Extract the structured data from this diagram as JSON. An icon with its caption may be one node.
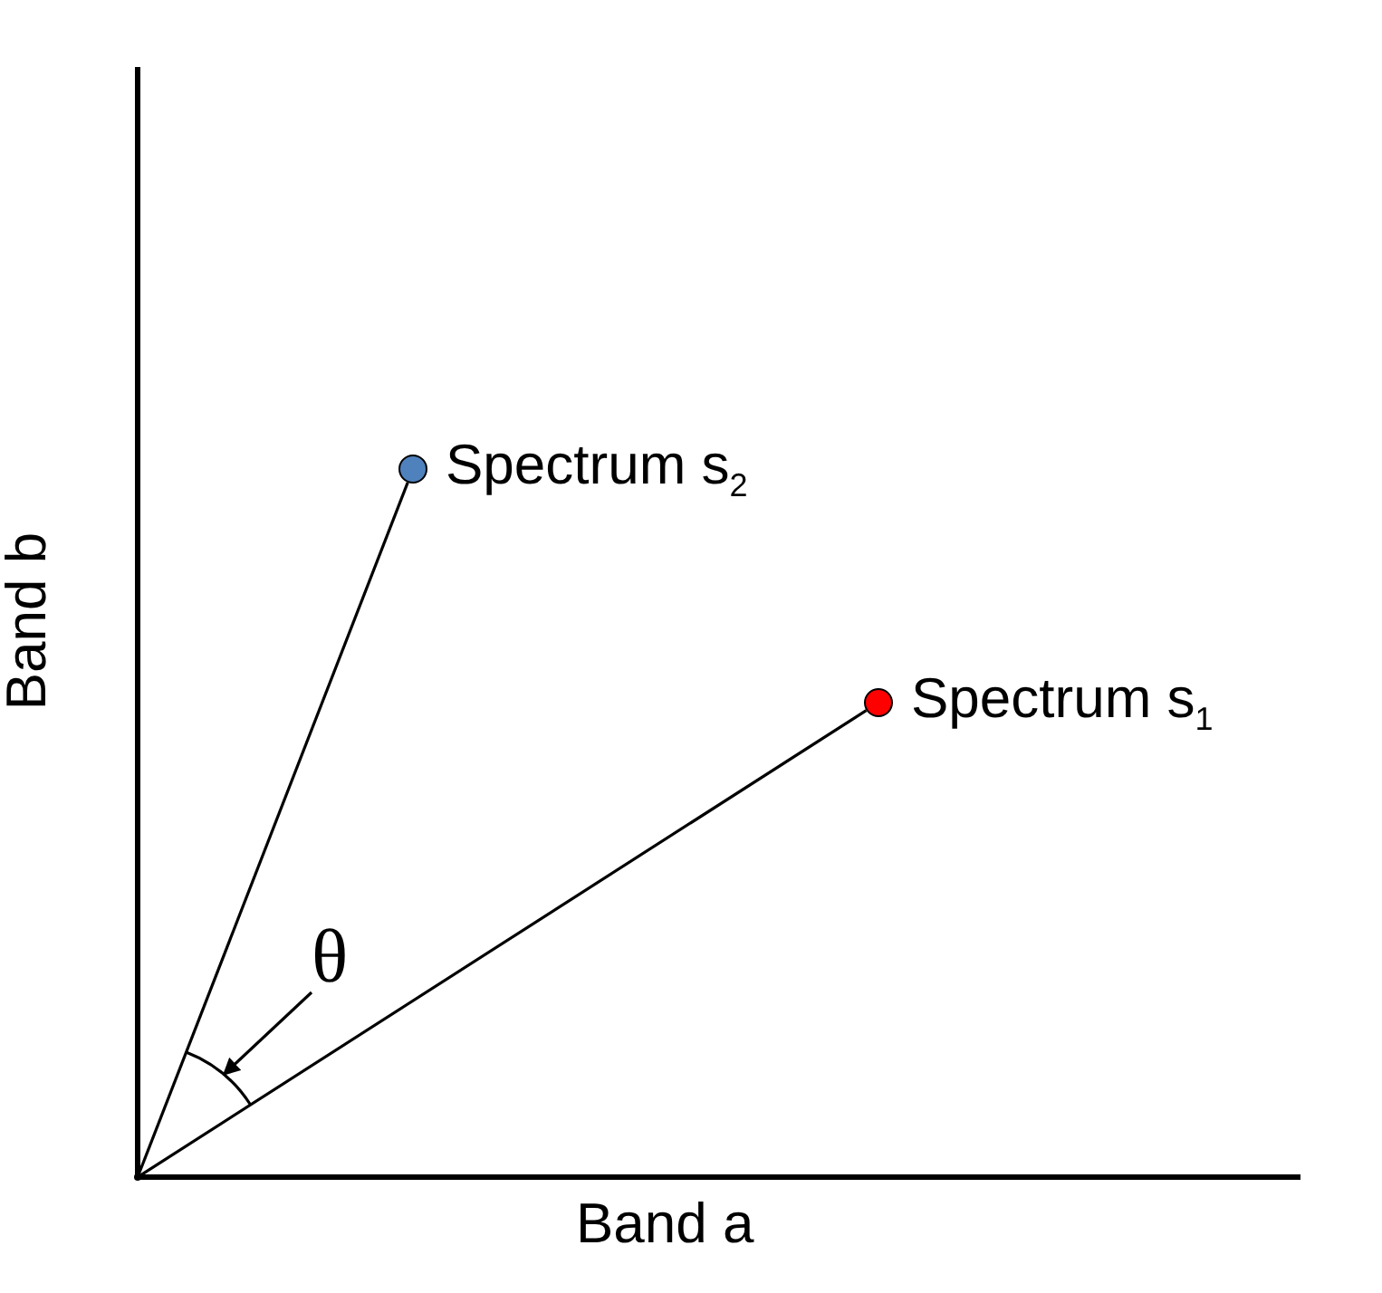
{
  "diagram": {
    "nodes": [
      {
        "text": [],
        "shape": "point"
      },
      {
        "text": [],
        "shape": "circle",
        "beside": [
          "Spectrum s$_{2}$"
        ]
      },
      {
        "text": [],
        "shape": "circle",
        "beside": [
          "Spectrum s$_{1}$"
        ]
      },
      {
        "text": [
          "θ"
        ]
      },
      {
        "text": [],
        "shape": "arc"
      }
    ],
    "edges": [
      {
        "from": 0,
        "to": 1,
        "arrow": "none"
      },
      {
        "from": 0,
        "to": 2,
        "arrow": "none"
      },
      {
        "from": 3,
        "to": 4,
        "arrow": "to"
      }
    ],
    "labels": [
      "Band a",
      "Band b"
    ]
  }
}
